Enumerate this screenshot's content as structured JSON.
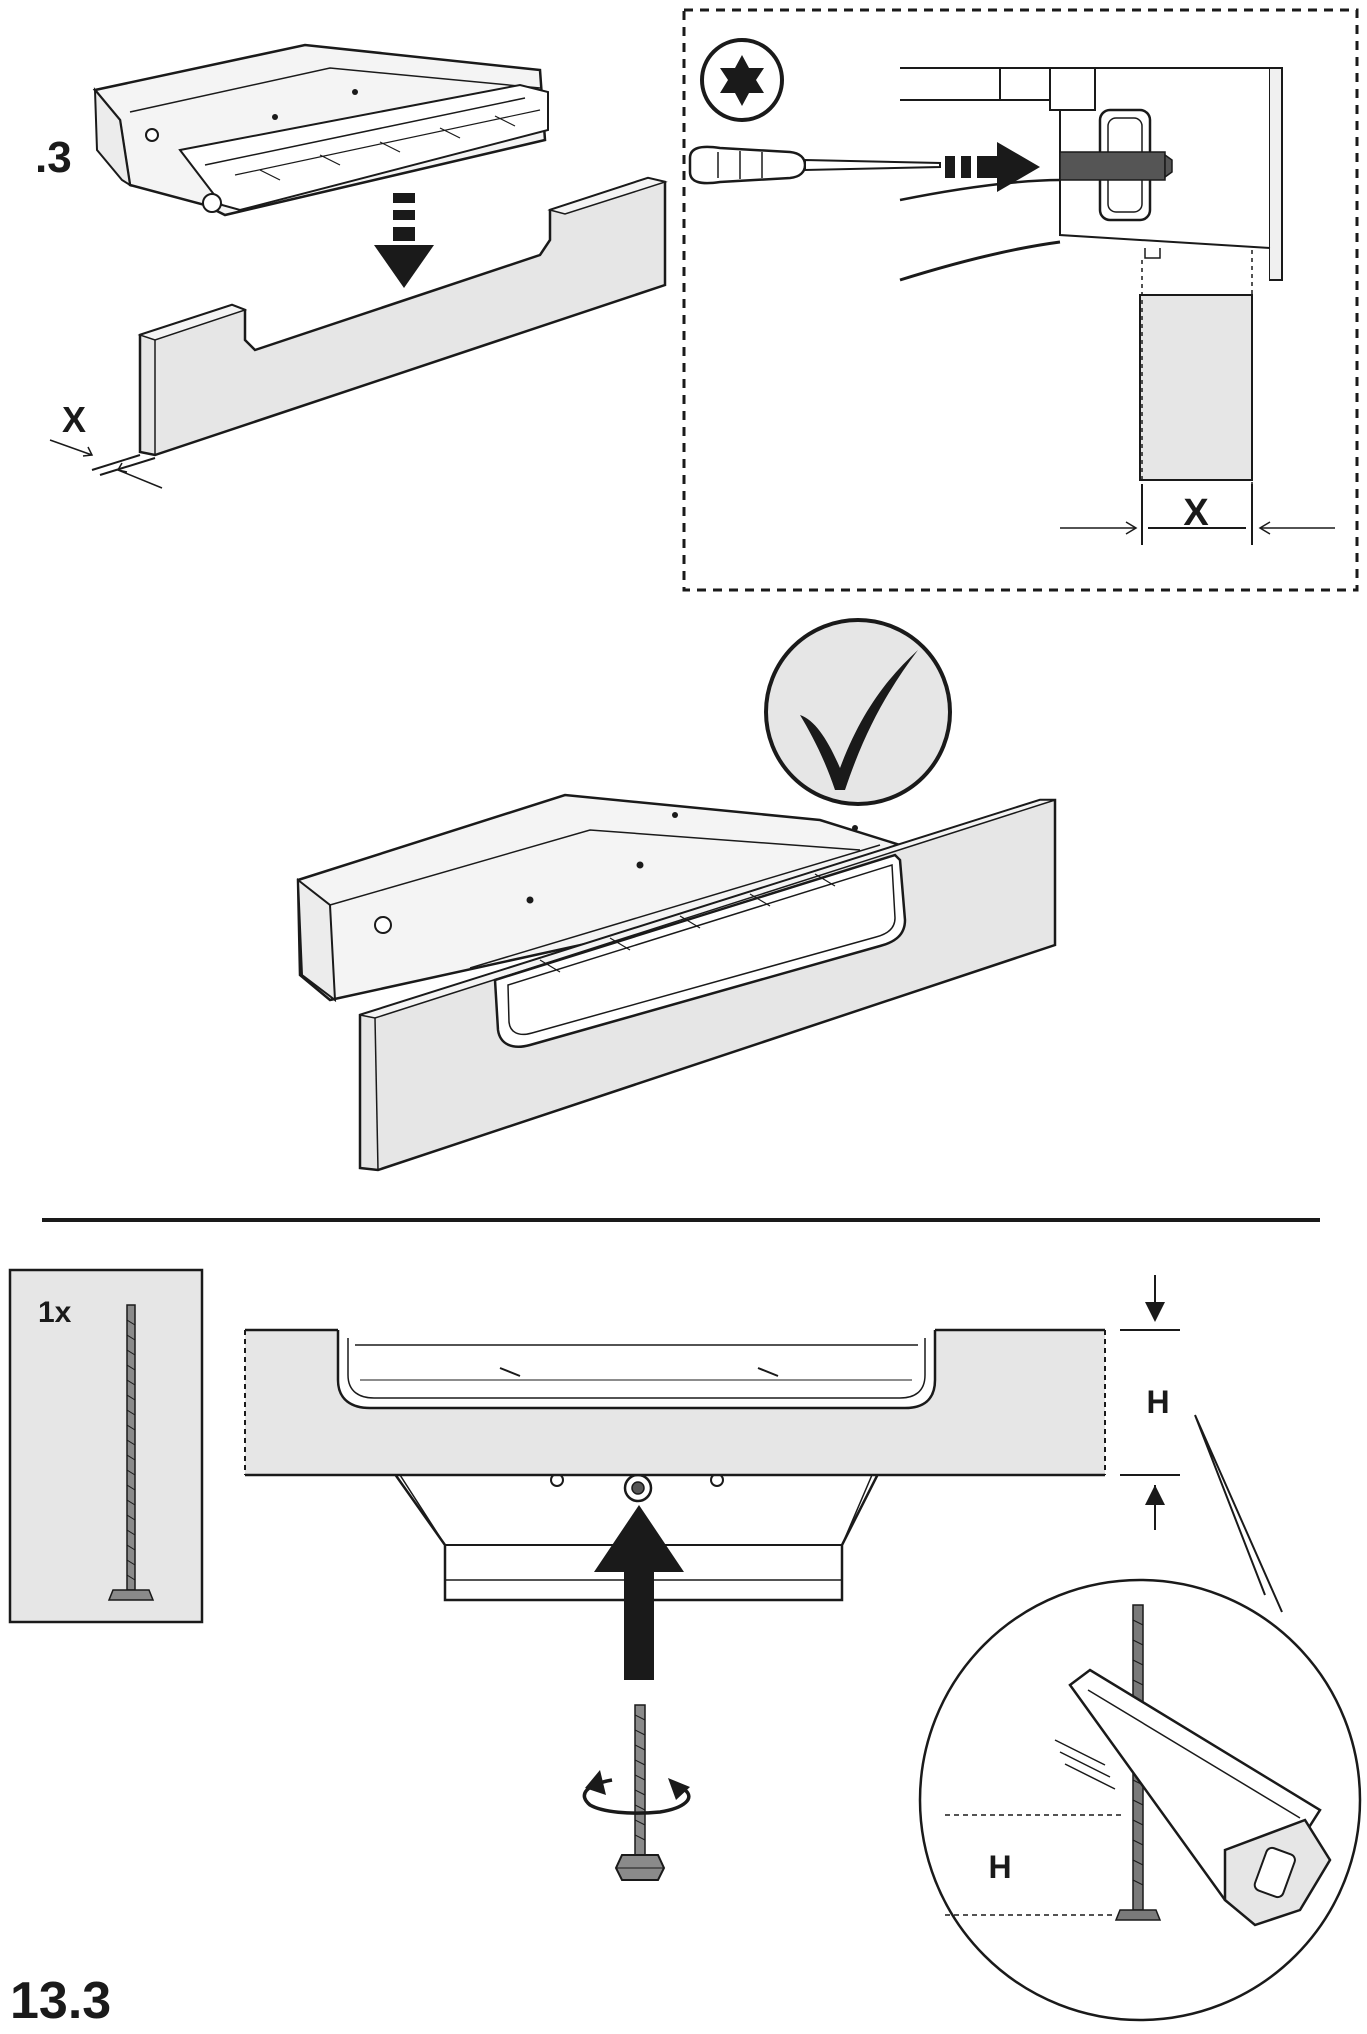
{
  "labels": {
    "step_fragment": ".3",
    "dim_x_left": "X",
    "dim_x_right": "X",
    "quantity": "1x",
    "dim_h_top": "H",
    "dim_h_detail": "H",
    "section_number": "13.3"
  },
  "icons": {
    "torx": "torx-star-icon",
    "check": "check-icon",
    "rotate": "rotate-icon"
  },
  "colors": {
    "panel_fill": "#e6e6e6",
    "stroke": "#1a1a1a",
    "background": "#ffffff"
  }
}
